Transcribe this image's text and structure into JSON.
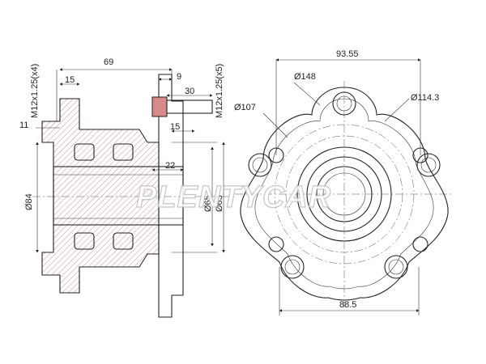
{
  "watermark": "PLENTYCAR",
  "dimensions": {
    "side": {
      "overall_length": "69",
      "stud_offset": "9",
      "flange_to_bearing": "15",
      "stud_length": "30",
      "flange_thickness": "11",
      "inner_offset": "15",
      "bore_depth": "22",
      "outer_diameter": "Ø84",
      "pilot_1": "Ø65",
      "pilot_2": "Ø63",
      "thread_top": "M12x1.25(x4)",
      "thread_stud": "M12x1.25(x5)"
    },
    "front": {
      "width_top": "93.55",
      "pcd_148": "Ø148",
      "pcd_114": "Ø114.3",
      "pcd_107": "Ø107",
      "width_bottom": "88.5"
    }
  },
  "colors": {
    "line": "#222222",
    "stud_highlight": "#d88a8a",
    "watermark_stroke": "#bdbdbd"
  }
}
